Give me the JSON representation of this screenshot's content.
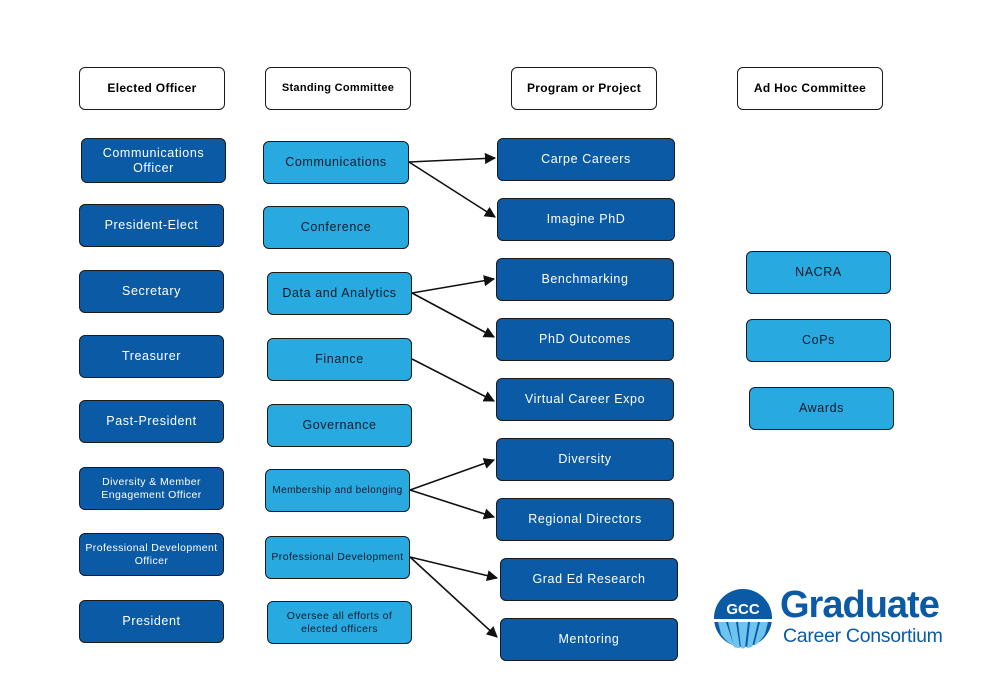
{
  "headers": {
    "elected": "Elected Officer",
    "standing": "Standing Committee",
    "program": "Program or Project",
    "adhoc": "Ad Hoc Committee"
  },
  "elected_officers": [
    "Communications Officer",
    "President-Elect",
    "Secretary",
    "Treasurer",
    "Past-President",
    "Diversity & Member Engagement Officer",
    "Professional Development Officer",
    "President"
  ],
  "standing_committees": [
    "Communications",
    "Conference",
    "Data and Analytics",
    "Finance",
    "Governance",
    "Membership and belonging",
    "Professional Development",
    "Oversee all efforts of elected officers"
  ],
  "programs": [
    "Carpe Careers",
    "Imagine PhD",
    "Benchmarking",
    "PhD Outcomes",
    "Virtual Career Expo",
    "Diversity",
    "Regional Directors",
    "Grad Ed Research",
    "Mentoring"
  ],
  "adhoc_committees": [
    "NACRA",
    "CoPs",
    "Awards"
  ],
  "links": [
    {
      "from": "Communications",
      "to": "Carpe Careers"
    },
    {
      "from": "Communications",
      "to": "Imagine PhD"
    },
    {
      "from": "Data and Analytics",
      "to": "Benchmarking"
    },
    {
      "from": "Data and Analytics",
      "to": "PhD Outcomes"
    },
    {
      "from": "Finance",
      "to": "Virtual Career Expo"
    },
    {
      "from": "Membership and belonging",
      "to": "Diversity"
    },
    {
      "from": "Membership and belonging",
      "to": "Regional Directors"
    },
    {
      "from": "Professional Development",
      "to": "Grad Ed Research"
    },
    {
      "from": "Professional Development",
      "to": "Mentoring"
    }
  ],
  "logo": {
    "badge": "GCC",
    "line1": "Graduate",
    "line2": "Career Consortium",
    "color": "#0b5aa6"
  },
  "colors": {
    "dark_box": "#0b5aa6",
    "light_box": "#28aae1",
    "header_box": "#ffffff"
  }
}
